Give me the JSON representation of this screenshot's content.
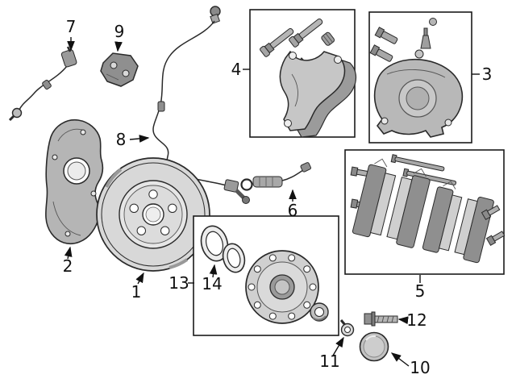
{
  "diagram": {
    "description": "Exploded parts diagram of front disc brake components",
    "background_color": "#ffffff",
    "outline_color": "#1a1a1a",
    "fill_light": "#d8d8d8",
    "fill_mid": "#b5b5b5",
    "fill_dark": "#8f8f8f"
  },
  "callouts": {
    "part1": "1",
    "part2": "2",
    "part3": "3",
    "part4": "4",
    "part5": "5",
    "part6": "6",
    "part7": "7",
    "part8": "8",
    "part9": "9",
    "part10": "10",
    "part11": "11",
    "part12": "12",
    "part13": "13",
    "part14": "14"
  }
}
